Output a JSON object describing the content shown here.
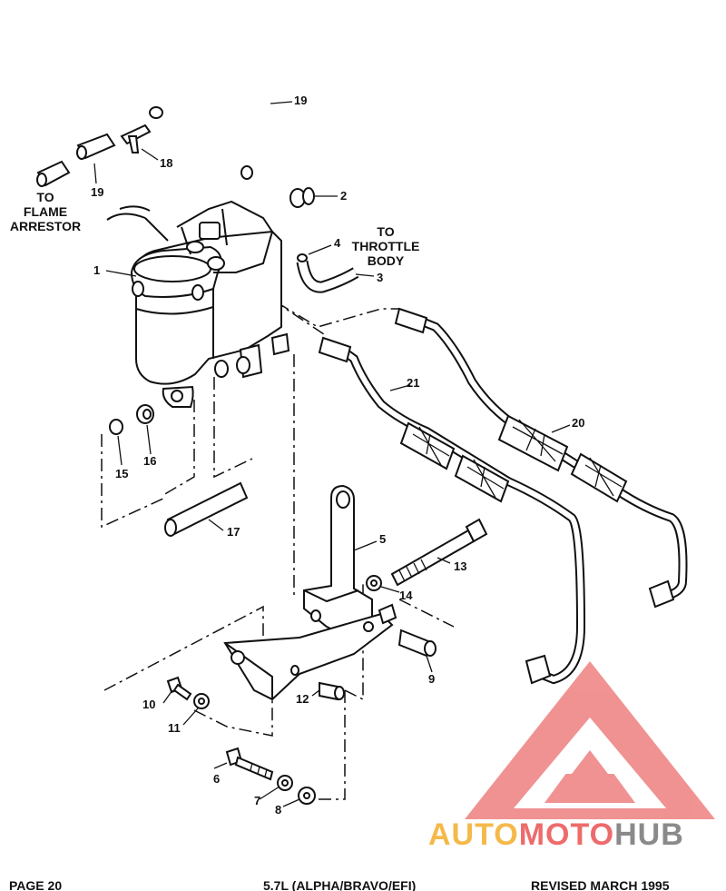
{
  "notes": {
    "flame_arrestor": [
      "TO",
      "FLAME",
      "ARRESTOR"
    ],
    "throttle_body": [
      "TO",
      "THROTTLE",
      "BODY"
    ]
  },
  "callouts": [
    "1",
    "2",
    "3",
    "4",
    "5",
    "6",
    "7",
    "8",
    "9",
    "10",
    "11",
    "12",
    "13",
    "14",
    "15",
    "16",
    "17",
    "18",
    "19",
    "19",
    "20",
    "21"
  ],
  "watermark": {
    "part1": "AUTO",
    "part2": "MOTO",
    "part3": "HUB",
    "color1": "#f5b94a",
    "color2": "#ee6b6b",
    "color3": "#8a8a8a"
  },
  "footer": {
    "left": "PAGE 20",
    "center": "5.7L (ALPHA/BRAVO/EFI)",
    "right": "REVISED MARCH 1995"
  }
}
